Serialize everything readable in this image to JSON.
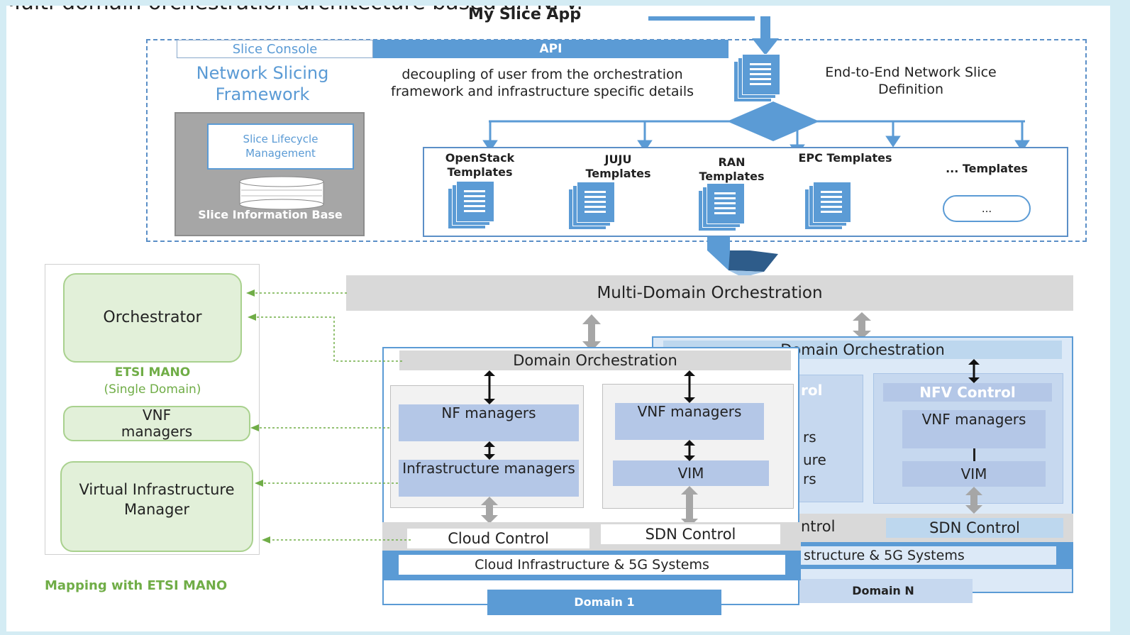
{
  "header_title": "Multi-domain orchestration architecture based on NFV.",
  "app_label": "My Slice App",
  "framework": {
    "slice_console": "Slice Console",
    "api": "API",
    "title_line1": "Network Slicing",
    "title_line2": "Framework",
    "lifecycle": "Slice Lifecycle Management",
    "info_base": "Slice Information Base",
    "decoupling": "decoupling of user from the orchestration framework and infrastructure specific details",
    "e2e_definition": "End-to-End Network Slice Definition"
  },
  "templates": [
    {
      "name": "OpenStack Templates"
    },
    {
      "name": "JUJU Templates"
    },
    {
      "name": "RAN Templates"
    },
    {
      "name": "EPC Templates"
    },
    {
      "name": "... Templates",
      "box": "..."
    }
  ],
  "mdo": "Multi-Domain Orchestration",
  "domain_n": {
    "orchestration": "Domain Orchestration",
    "control_left": "rol",
    "managers_left": "rs",
    "infra_left1": "ure",
    "infra_left2": "rs",
    "nfv_control": "NFV Control",
    "vnf": "VNF managers",
    "vim": "VIM",
    "cloud_control": "ntrol",
    "sdn": "SDN Control",
    "infra": "structure & 5G Systems",
    "label": "Domain N"
  },
  "domain1": {
    "orchestration": "Domain Orchestration",
    "nf": "NF managers",
    "infra_mgr": "Infrastructure managers",
    "vnf": "VNF managers",
    "vim": "VIM",
    "cloud_control": "Cloud Control",
    "sdn": "SDN Control",
    "infra": "Cloud Infrastructure & 5G Systems",
    "label": "Domain 1"
  },
  "etsi": {
    "orchestrator": "Orchestrator",
    "caption1": "ETSI MANO",
    "caption2": "(Single Domain)",
    "vnf": "VNF managers",
    "vim": "Virtual Infrastructure Manager",
    "mapping": "Mapping with ETSI MANO"
  },
  "colors": {
    "accent_blue": "#5b9bd5",
    "light_blue": "#b4c7e7",
    "etsi_green_fill": "#e2f0d9",
    "etsi_green_text": "#70ad47",
    "gray_box": "#a6a6a6"
  }
}
